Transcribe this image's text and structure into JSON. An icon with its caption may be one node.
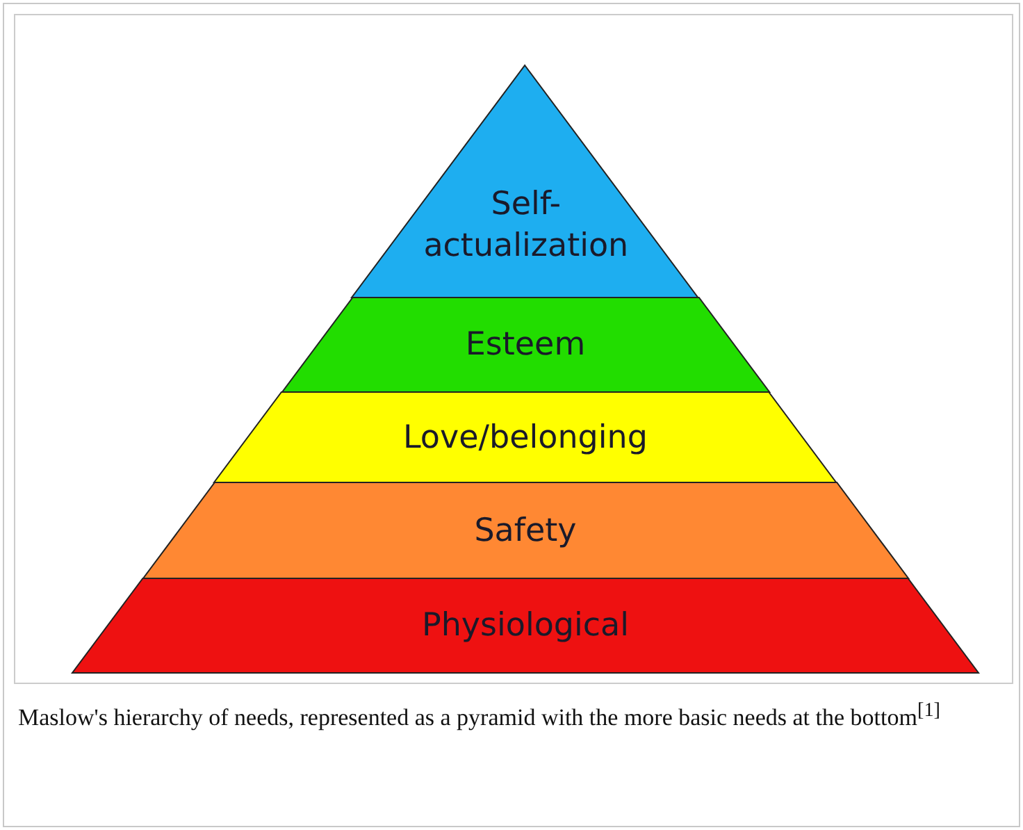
{
  "diagram": {
    "caption": "Maslow's hierarchy of needs, represented as a pyramid with the more basic needs at the bottom$^{[1]}$",
    "nodes": [
      {
        "text": [
          "Self-actualization"
        ]
      },
      {
        "text": [
          "Esteem"
        ]
      },
      {
        "text": [
          "Love/belonging"
        ]
      },
      {
        "text": [
          "Safety"
        ]
      },
      {
        "text": [
          "Physiological"
        ]
      }
    ]
  }
}
